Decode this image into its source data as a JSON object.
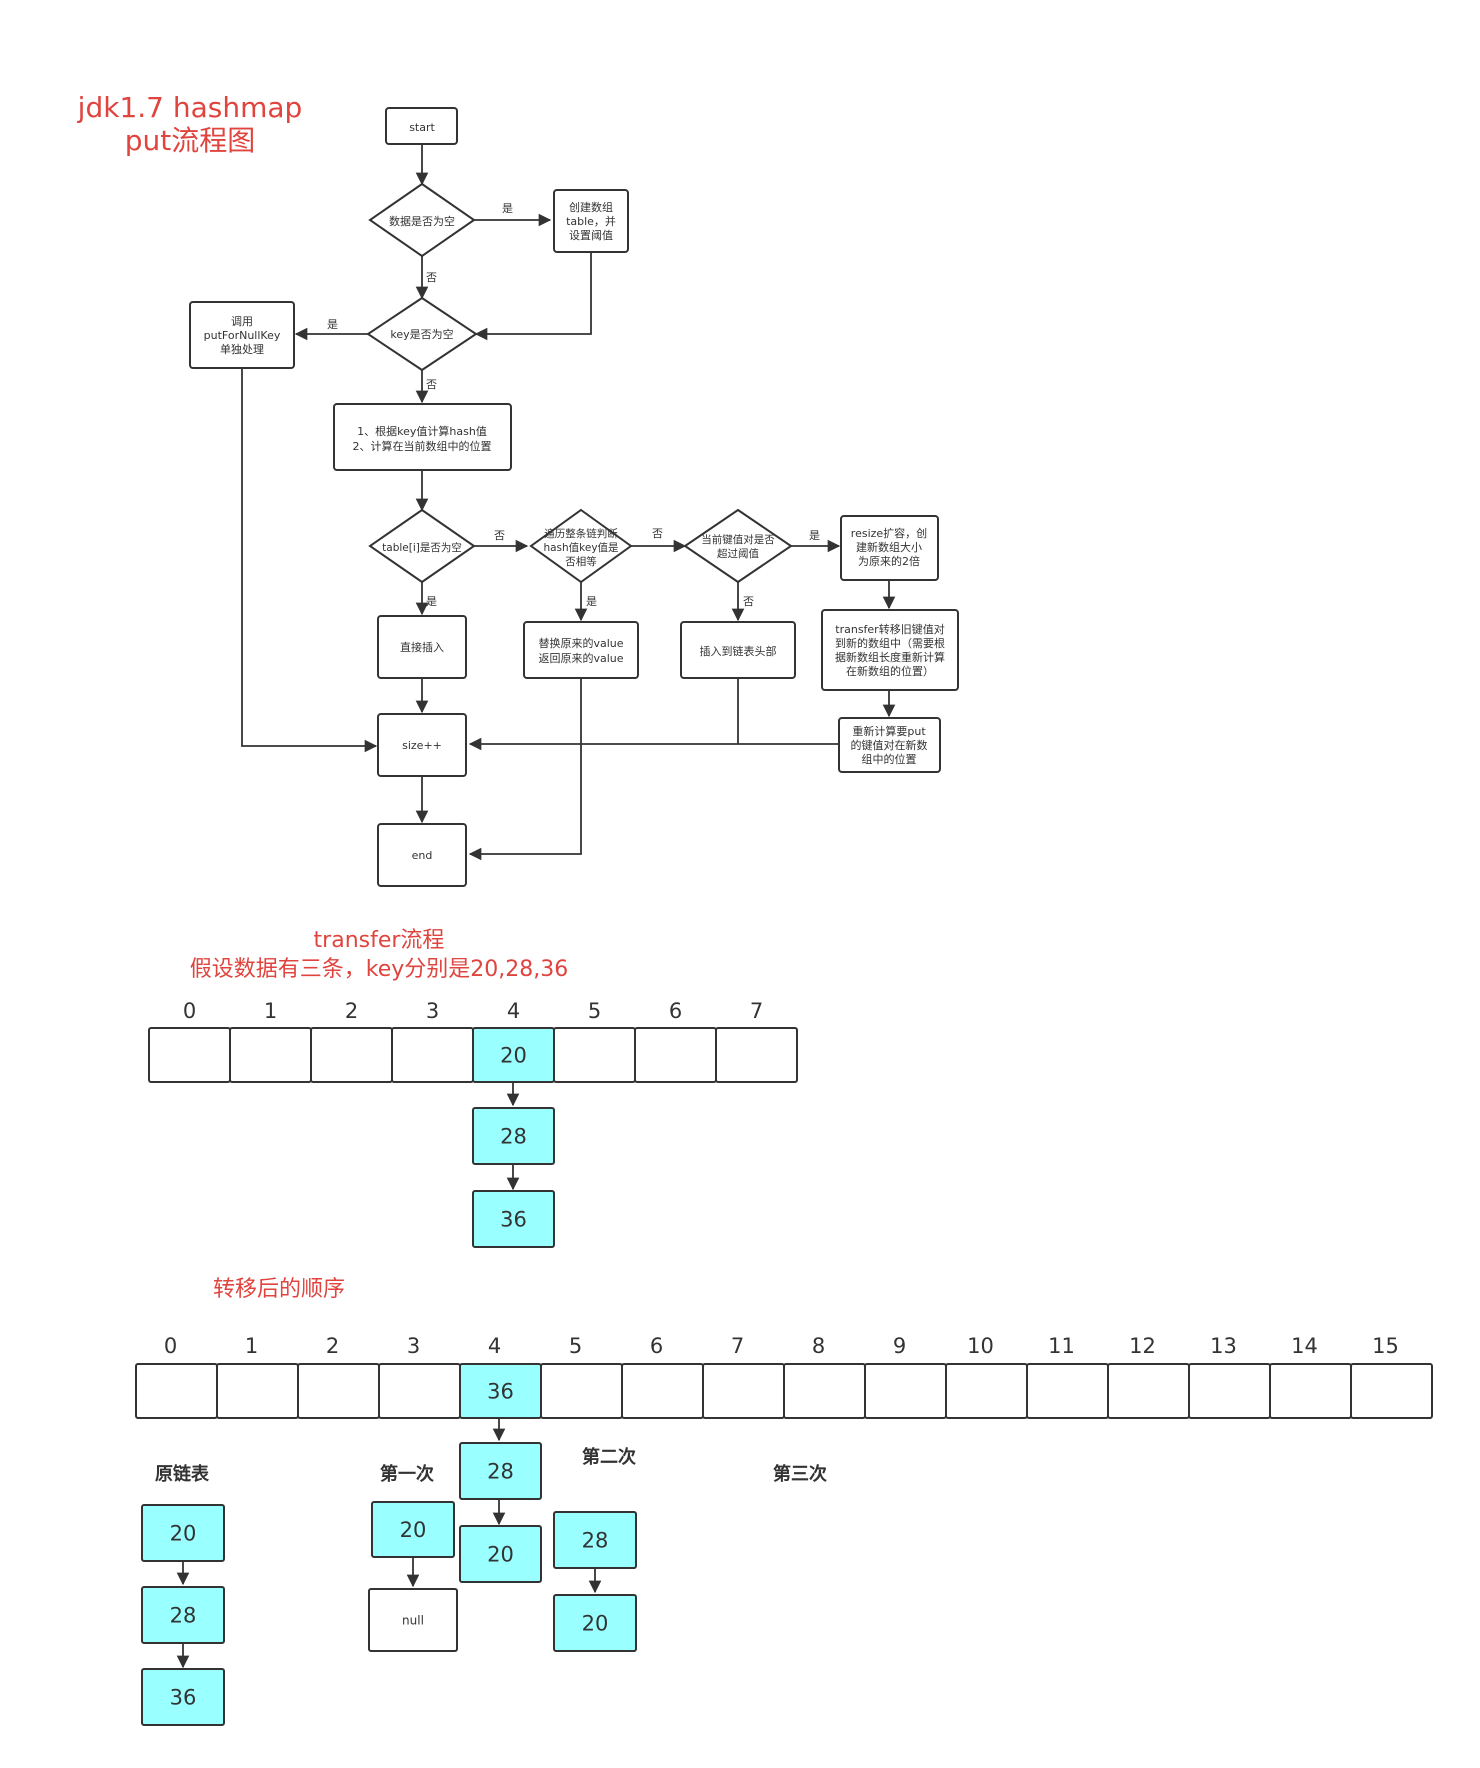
{
  "title": {
    "line1": "jdk1.7 hashmap",
    "line2": "put流程图"
  },
  "flow": {
    "start": "start",
    "d1": "数据是否为空",
    "create": [
      "创建数组",
      "table，并",
      "设置阈值"
    ],
    "d2": "key是否为空",
    "nullkey": [
      "调用",
      "putForNullKey",
      "单独处理"
    ],
    "calc": [
      "1、根据key值计算hash值",
      "2、计算在当前数组中的位置"
    ],
    "d3": "table[i]是否为空",
    "d4": [
      "遍历整条链判断",
      "hash值key值是",
      "否相等"
    ],
    "d5": [
      "当前键值对是否",
      "超过阈值"
    ],
    "resize": [
      "resize扩容，创",
      "建新数组大小",
      "为原来的2倍"
    ],
    "insert": "直接插入",
    "replace": [
      "替换原来的value",
      "返回原来的value"
    ],
    "head": "插入到链表头部",
    "transfer": [
      "transfer转移旧键值对",
      "到新的数组中（需要根",
      "据新数组长度重新计算",
      "在新数组的位置）"
    ],
    "recalc": [
      "重新计算要put",
      "的键值对在新数",
      "组中的位置"
    ],
    "size": "size++",
    "end": "end",
    "yes": "是",
    "no": "否"
  },
  "transfer_section": {
    "title": "transfer流程",
    "subtitle": "假设数据有三条，key分别是20,28,36",
    "indices": [
      "0",
      "1",
      "2",
      "3",
      "4",
      "5",
      "6",
      "7"
    ],
    "chain": [
      "20",
      "28",
      "36"
    ]
  },
  "after_section": {
    "title": "转移后的顺序",
    "indices": [
      "0",
      "1",
      "2",
      "3",
      "4",
      "5",
      "6",
      "7",
      "8",
      "9",
      "10",
      "11",
      "12",
      "13",
      "14",
      "15"
    ],
    "slot4_chain": [
      "36",
      "28",
      "20"
    ],
    "labels": {
      "original": "原链表",
      "first": "第一次",
      "second": "第二次",
      "third": "第三次"
    },
    "original_chain": [
      "20",
      "28",
      "36"
    ],
    "first_chain": [
      "20",
      "null"
    ],
    "second_chain": [
      "28",
      "20"
    ]
  },
  "colors": {
    "title_red": "#e0443e",
    "node_cyan": "#99ffff",
    "stroke": "#333333"
  }
}
